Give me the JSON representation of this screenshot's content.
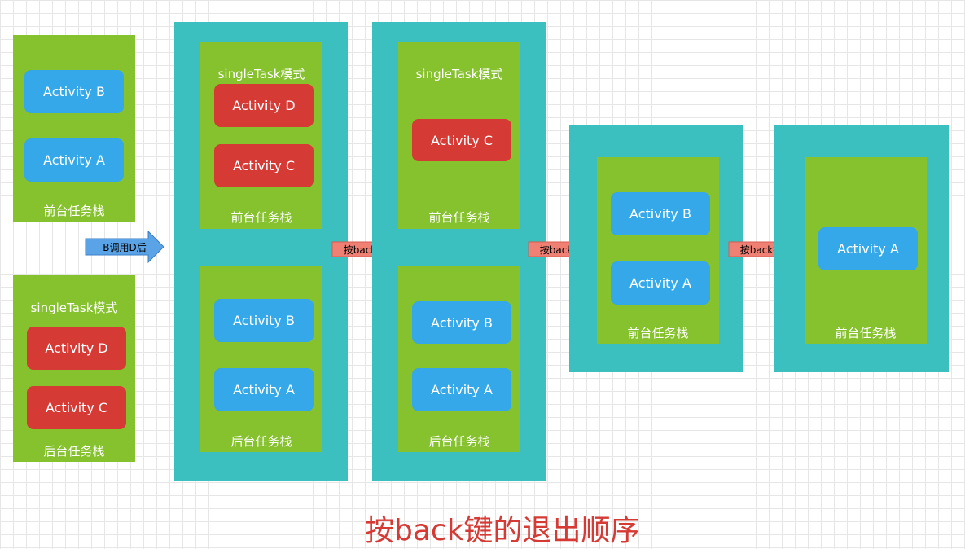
{
  "labels": {
    "activity_a": "Activity A",
    "activity_b": "Activity B",
    "activity_c": "Activity C",
    "activity_d": "Activity D",
    "single_task": "singleTask模式",
    "foreground_stack": "前台任务栈",
    "background_stack": "后台任务栈"
  },
  "arrows": {
    "b_calls_d": "B调用D后",
    "press_back": "按back键"
  },
  "title": "按back键的退出顺序",
  "colors": {
    "teal": "#3bbfbf",
    "green": "#86c12e",
    "blue": "#34a8e8",
    "red": "#d63a35"
  }
}
